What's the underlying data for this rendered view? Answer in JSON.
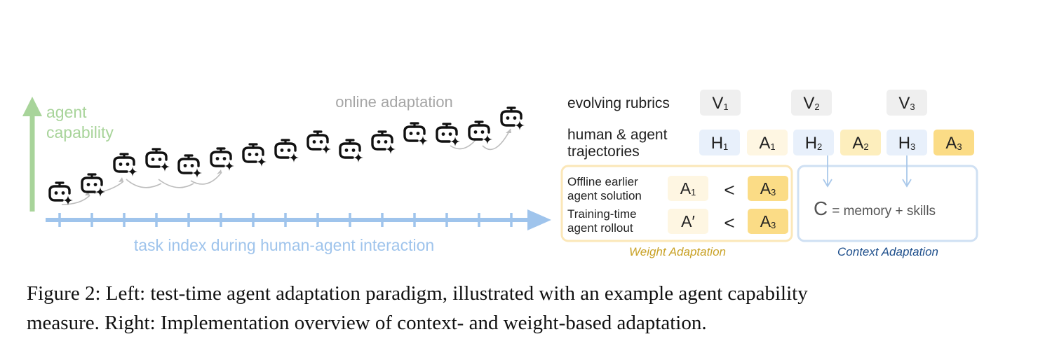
{
  "left": {
    "y_axis_label_line1": "agent",
    "y_axis_label_line2": "capability",
    "x_axis_label": "task index during human-agent interaction",
    "curve_label": "online adaptation",
    "icon": "robot-sparkle-icon",
    "colors": {
      "y_axis": "#a8d49a",
      "x_axis": "#9fc4ec",
      "curve_label": "#a6a6a6",
      "arcs": "#bdbdbd"
    }
  },
  "right": {
    "rubrics_label": "evolving rubrics",
    "rubrics": [
      {
        "base": "V",
        "sub": "1"
      },
      {
        "base": "V",
        "sub": "2"
      },
      {
        "base": "V",
        "sub": "3"
      }
    ],
    "trajectories_label_line1": "human & agent",
    "trajectories_label_line2": "trajectories",
    "trajectories": [
      {
        "base": "H",
        "sub": "1",
        "kind": "human"
      },
      {
        "base": "A",
        "sub": "1",
        "kind": "agent-1"
      },
      {
        "base": "H",
        "sub": "2",
        "kind": "human"
      },
      {
        "base": "A",
        "sub": "2",
        "kind": "agent-2"
      },
      {
        "base": "H",
        "sub": "3",
        "kind": "human"
      },
      {
        "base": "A",
        "sub": "3",
        "kind": "agent-3"
      }
    ],
    "weight": {
      "row1_label_line1": "Offline earlier",
      "row1_label_line2": "agent solution",
      "row1_left": {
        "base": "A",
        "sub": "1"
      },
      "row1_op": "<",
      "row1_right": {
        "base": "A",
        "sub": "3"
      },
      "row2_label_line1": "Training-time",
      "row2_label_line2": "agent rollout",
      "row2_left": {
        "base": "A′",
        "sub": ""
      },
      "row2_op": "<",
      "row2_right": {
        "base": "A",
        "sub": "3"
      },
      "title": "Weight Adaptation"
    },
    "context": {
      "formula_symbol": "C",
      "formula_rest": "= memory + skills",
      "title": "Context Adaptation"
    },
    "colors": {
      "rubric_box": "#efefef",
      "human_box": "#e8f0fb",
      "agent_light": "#fef6e2",
      "agent_mid": "#fdeebd",
      "agent_strong": "#fbdc86",
      "weight_border": "#fbe7b8",
      "context_border": "#cfe0f3",
      "weight_title": "#c9a227",
      "context_title": "#1e4f8c"
    }
  },
  "caption": {
    "line1": "Figure 2: Left: test-time agent adaptation paradigm, illustrated with an example agent capability",
    "line2": "measure. Right: Implementation overview of context- and weight-based adaptation."
  }
}
